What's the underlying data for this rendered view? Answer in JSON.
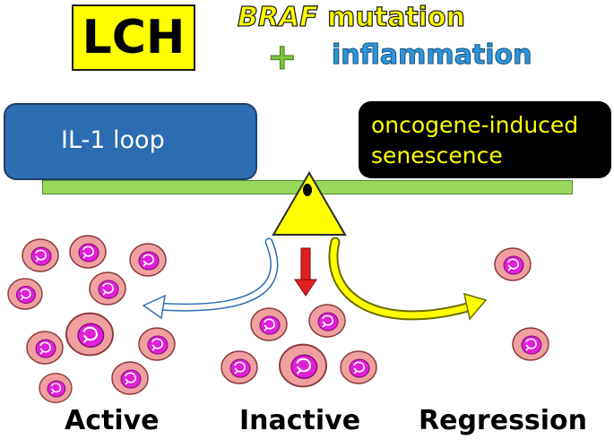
{
  "title_box": {
    "text": "LCH",
    "color": "#ffff00"
  },
  "causes": {
    "braf": "BRAF",
    "mutation": " mutation",
    "plus": "+",
    "inflammation": "inflammation"
  },
  "left_box": {
    "text": "IL-1 loop",
    "color": "#2c6db1"
  },
  "right_box": {
    "line1": "oncogene-induced",
    "line2": "senescence",
    "color": "#000000"
  },
  "states": {
    "active": "Active",
    "inactive": "Inactive",
    "regression": "Regression"
  },
  "colors": {
    "beam": "#9ad85c",
    "fulcrum": "#ffff00",
    "cell_outer": "#f0a0a0",
    "cell_nucleus": "#e020d8",
    "down_arrow": "#e02020",
    "curved_arrow_blue": "#ffffff",
    "curved_arrow_yellow": "#ffff00"
  }
}
